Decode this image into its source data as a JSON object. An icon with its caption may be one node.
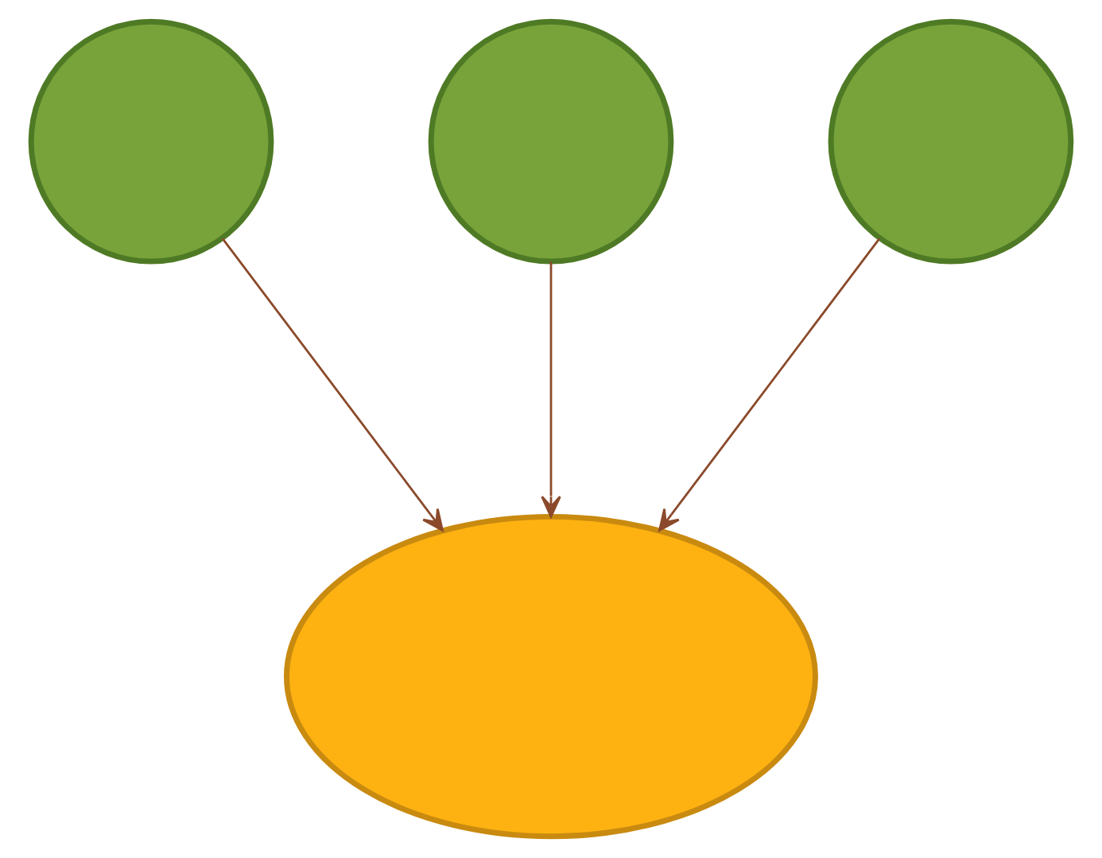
{
  "diagram": {
    "nodes": [
      {
        "text": [],
        "shape": "circle"
      },
      {
        "text": [],
        "shape": "circle"
      },
      {
        "text": [],
        "shape": "circle"
      },
      {
        "text": [],
        "shape": "ellipse"
      }
    ],
    "edges": [
      {
        "from": 0,
        "to": 3,
        "arrow": "to"
      },
      {
        "from": 1,
        "to": 3,
        "arrow": "to"
      },
      {
        "from": 2,
        "to": 3,
        "arrow": "to"
      }
    ]
  }
}
